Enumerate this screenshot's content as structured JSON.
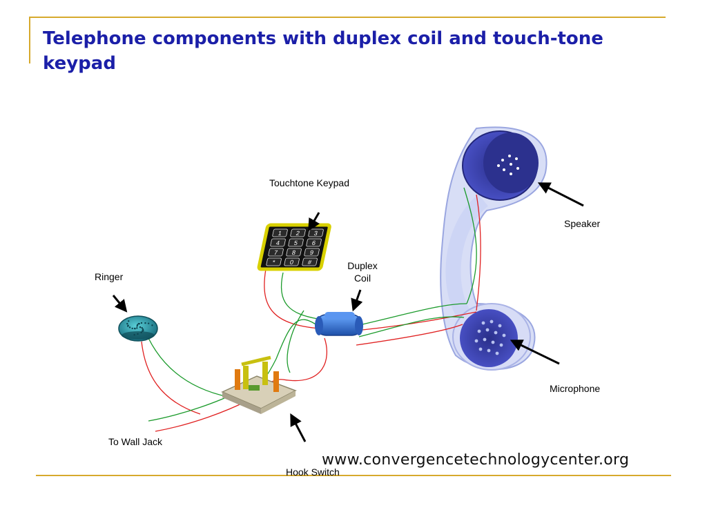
{
  "slide": {
    "title": "Telephone components with duplex coil and touch-tone keypad"
  },
  "labels": {
    "touchtone_keypad": "Touchtone Keypad",
    "speaker": "Speaker",
    "duplex_coil": "Duplex\nCoil",
    "ringer": "Ringer",
    "microphone": "Microphone",
    "to_wall_jack": "To Wall Jack",
    "hook_switch": "Hook Switch"
  },
  "watermark": "www.convergencetechnologycenter.org",
  "keypad_keys": [
    "1",
    "2",
    "3",
    "4",
    "5",
    "6",
    "7",
    "8",
    "9",
    "*",
    "0",
    "#"
  ],
  "colors": {
    "title": "#1b1fa8",
    "frame": "#d6a92c",
    "wire_red": "#e02020",
    "wire_green": "#1a9a2a",
    "handset": "#3a3fa8",
    "keypad_frame": "#d8d000",
    "coil": "#2f6fd0",
    "ringer": "#1f8a9a"
  }
}
